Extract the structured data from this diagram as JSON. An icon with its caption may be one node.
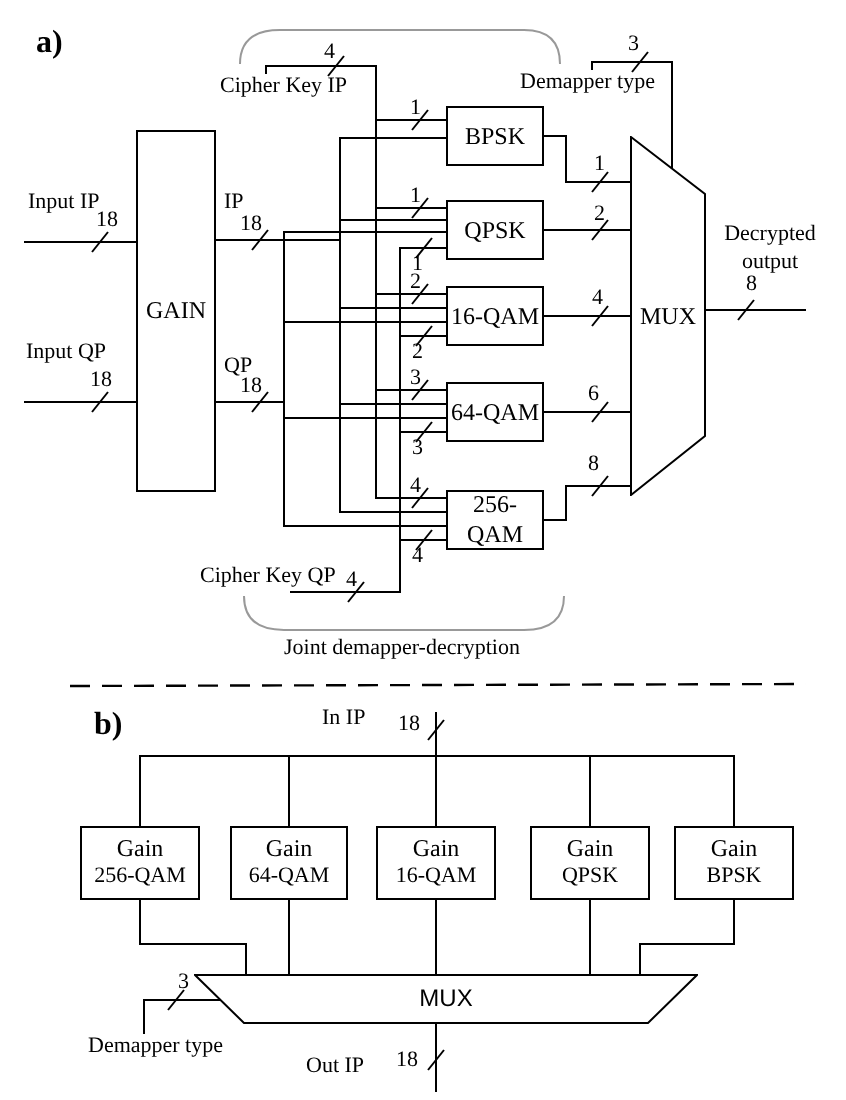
{
  "diagram": {
    "nodes": [
      {
        "text": [
          "GAIN"
        ]
      },
      {
        "text": [
          "BPSK"
        ]
      },
      {
        "text": [
          "QPSK"
        ]
      },
      {
        "text": [
          "16-QAM"
        ]
      },
      {
        "text": [
          "64-QAM"
        ]
      },
      {
        "text": [
          "256-QAM"
        ]
      },
      {
        "text": [
          "MUX"
        ]
      },
      {
        "text": [
          "Gain",
          "256-QAM"
        ]
      },
      {
        "text": [
          "Gain",
          "64-QAM"
        ]
      },
      {
        "text": [
          "Gain",
          "16-QAM"
        ]
      },
      {
        "text": [
          "Gain",
          "QPSK"
        ]
      },
      {
        "text": [
          "Gain",
          "BPSK"
        ]
      },
      {
        "text": [
          "MUX"
        ]
      },
      {
        "text": [
          "Cipher Key IP"
        ]
      },
      {
        "text": [
          "Cipher Key QP"
        ]
      },
      {
        "text": [
          "Demapper type"
        ]
      },
      {
        "text": [
          "Demapper type"
        ]
      }
    ],
    "edges": [
      {
        "from": null,
        "to": 0,
        "arrow": "none"
      },
      {
        "from": null,
        "to": 0,
        "arrow": "none"
      },
      {
        "from": 0,
        "to": 1,
        "arrow": "none"
      },
      {
        "from": 0,
        "to": 2,
        "arrow": "none"
      },
      {
        "from": 0,
        "to": 3,
        "arrow": "none"
      },
      {
        "from": 0,
        "to": 4,
        "arrow": "none"
      },
      {
        "from": 0,
        "to": 5,
        "arrow": "none"
      },
      {
        "from": 0,
        "to": 2,
        "arrow": "none"
      },
      {
        "from": 0,
        "to": 3,
        "arrow": "none"
      },
      {
        "from": 0,
        "to": 4,
        "arrow": "none"
      },
      {
        "from": 0,
        "to": 5,
        "arrow": "none"
      },
      {
        "from": 13,
        "to": 1,
        "arrow": "none"
      },
      {
        "from": 13,
        "to": 2,
        "arrow": "none"
      },
      {
        "from": 13,
        "to": 3,
        "arrow": "none"
      },
      {
        "from": 13,
        "to": 4,
        "arrow": "none"
      },
      {
        "from": 13,
        "to": 5,
        "arrow": "none"
      },
      {
        "from": 14,
        "to": 2,
        "arrow": "none"
      },
      {
        "from": 14,
        "to": 3,
        "arrow": "none"
      },
      {
        "from": 14,
        "to": 4,
        "arrow": "none"
      },
      {
        "from": 14,
        "to": 5,
        "arrow": "none"
      },
      {
        "from": 1,
        "to": 6,
        "arrow": "none"
      },
      {
        "from": 2,
        "to": 6,
        "arrow": "none"
      },
      {
        "from": 3,
        "to": 6,
        "arrow": "none"
      },
      {
        "from": 4,
        "to": 6,
        "arrow": "none"
      },
      {
        "from": 5,
        "to": 6,
        "arrow": "none"
      },
      {
        "from": 15,
        "to": 6,
        "arrow": "none"
      },
      {
        "from": 6,
        "to": null,
        "arrow": "none"
      },
      {
        "from": null,
        "to": 7,
        "arrow": "none"
      },
      {
        "from": null,
        "to": 8,
        "arrow": "none"
      },
      {
        "from": null,
        "to": 9,
        "arrow": "none"
      },
      {
        "from": null,
        "to": 10,
        "arrow": "none"
      },
      {
        "from": null,
        "to": 11,
        "arrow": "none"
      },
      {
        "from": 7,
        "to": 12,
        "arrow": "none"
      },
      {
        "from": 8,
        "to": 12,
        "arrow": "none"
      },
      {
        "from": 9,
        "to": 12,
        "arrow": "none"
      },
      {
        "from": 10,
        "to": 12,
        "arrow": "none"
      },
      {
        "from": 11,
        "to": 12,
        "arrow": "none"
      },
      {
        "from": 16,
        "to": 12,
        "arrow": "none"
      },
      {
        "from": 12,
        "to": null,
        "arrow": "none"
      }
    ],
    "labels": [
      "a)",
      "4",
      "3",
      "1",
      "1",
      "1",
      "Input IP",
      "18",
      "IP",
      "18",
      "Decrypted output",
      "8",
      "2",
      "2",
      "4",
      "1",
      "2",
      "Input QP",
      "18",
      "QP",
      "18",
      "3",
      "6",
      "3",
      "4",
      "8",
      "4",
      "4",
      "Joint demapper-decryption",
      "b)",
      "In IP",
      "18",
      "3",
      "Out IP",
      "18"
    ]
  }
}
